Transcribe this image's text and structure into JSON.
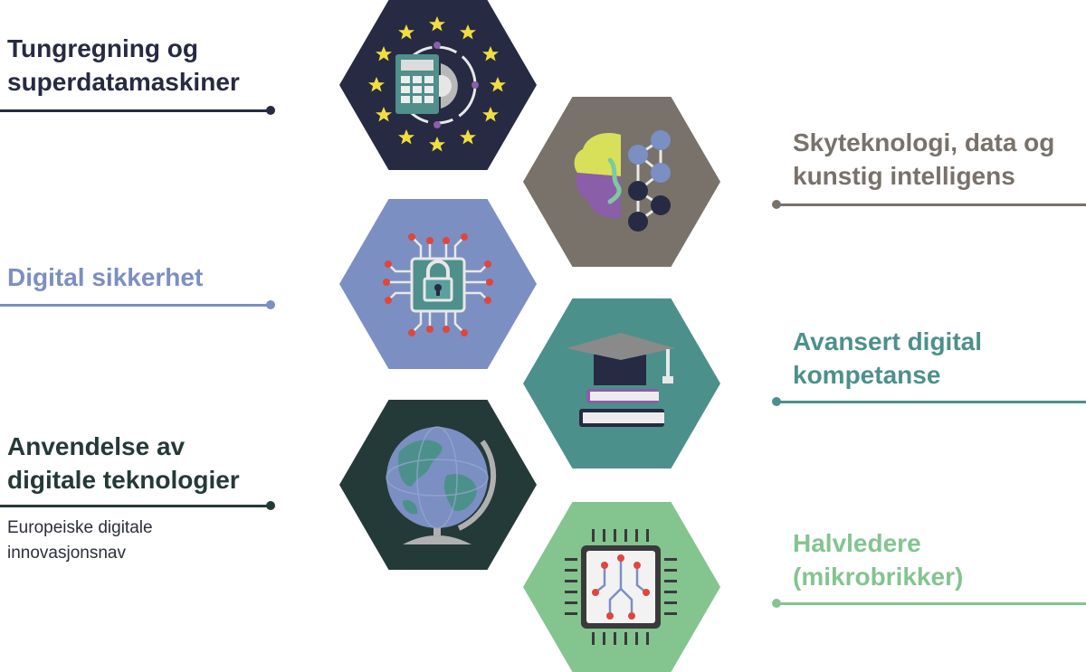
{
  "topics": {
    "hpc": {
      "lines": [
        "Tungregning og",
        "superdatamaskiner"
      ],
      "color": "#262a42"
    },
    "cloud": {
      "lines": [
        "Skyteknologi, data og",
        "kunstig intelligens"
      ],
      "color": "#78726b"
    },
    "security": {
      "lines": [
        "Digital sikkerhet"
      ],
      "color": "#7b8fc2"
    },
    "skills": {
      "lines": [
        "Avansert digital",
        "kompetanse"
      ],
      "color": "#4c908b"
    },
    "adoption": {
      "lines": [
        "Anvendelse av",
        "digitale teknologier"
      ],
      "color": "#243a38",
      "sub_lines": [
        "Europeiske digitale",
        "innovasjonsnav"
      ]
    },
    "chips": {
      "lines": [
        "Halvledere",
        "(mikrobrikker)"
      ],
      "color": "#84c48f"
    }
  },
  "icons": {
    "hpc": "eu-supercomputer-icon",
    "cloud": "brain-network-icon",
    "security": "circuit-padlock-icon",
    "skills": "graduation-books-icon",
    "adoption": "globe-icon",
    "chips": "microchip-icon"
  }
}
